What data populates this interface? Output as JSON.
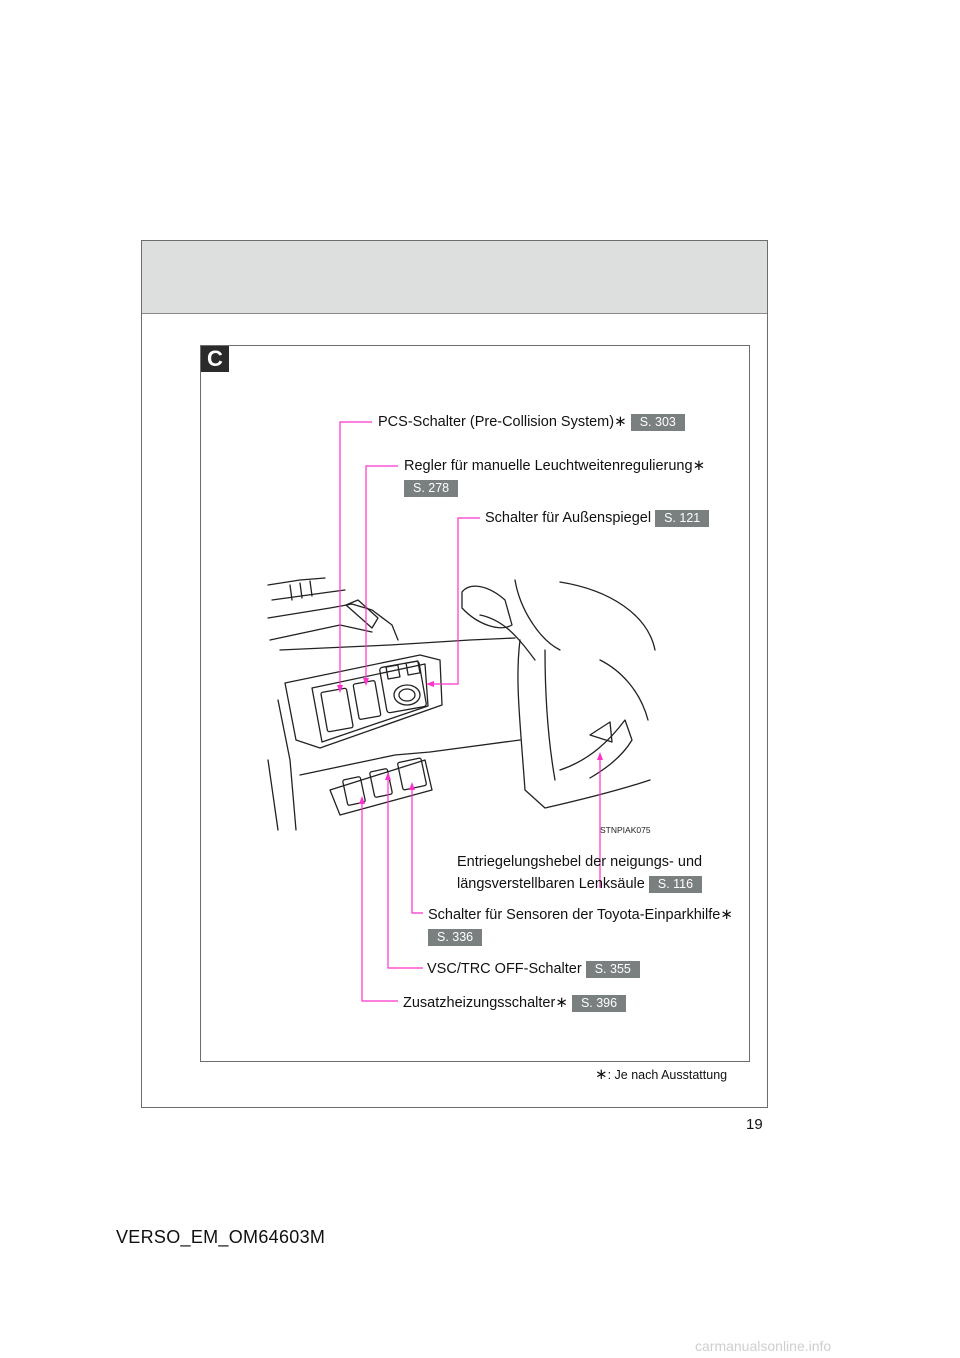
{
  "section_letter": "C",
  "callouts": [
    {
      "id": "pcs",
      "label": "PCS-Schalter (Pre-Collision System)",
      "star": "∗",
      "ref": "S. 303"
    },
    {
      "id": "headlight-level",
      "label": "Regler für manuelle Leuchtweitenregulierung",
      "star": "∗",
      "ref": "S. 278"
    },
    {
      "id": "mirror",
      "label": "Schalter für Außenspiegel",
      "star": "",
      "ref": "S. 121"
    },
    {
      "id": "steering-lock-line1",
      "label": "Entriegelungshebel der neigungs- und"
    },
    {
      "id": "steering-lock-line2",
      "label": "längsverstellbaren Lenksäule",
      "ref": "S. 116"
    },
    {
      "id": "parking-sensor",
      "label": "Schalter für Sensoren der Toyota-Einparkhilfe",
      "star": "∗",
      "ref": "S. 336"
    },
    {
      "id": "vsc",
      "label": "VSC/TRC OFF-Schalter",
      "ref": "S. 355"
    },
    {
      "id": "aux-heater",
      "label": "Zusatzheizungsschalter",
      "star": "∗",
      "ref": "S. 396"
    }
  ],
  "image_code": "STNPIAK075",
  "footnote": {
    "star": "∗",
    "text": ": Je nach Ausstattung"
  },
  "page_number": "19",
  "doc_code": "VERSO_EM_OM64603M",
  "watermark": "carmanualsonline.info",
  "colors": {
    "leader_line": "#ff33cc",
    "ref_badge": "#7a7f7f",
    "header_band": "#dcdfde"
  }
}
